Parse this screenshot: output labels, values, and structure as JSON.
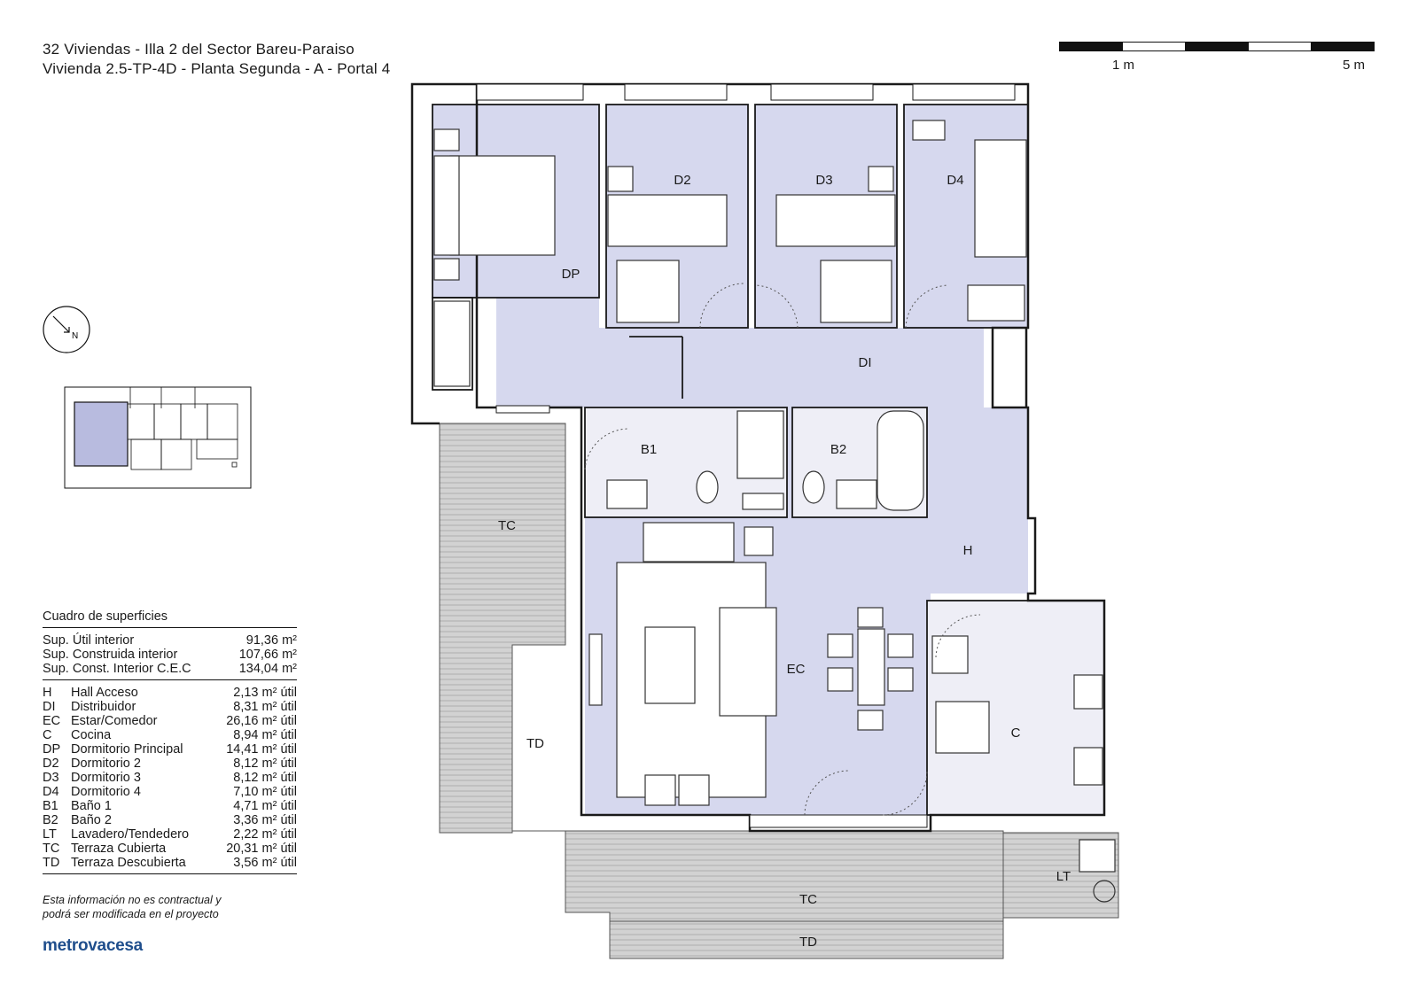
{
  "header": {
    "line1": "32 Viviendas - Illa 2 del Sector Bareu-Paraiso",
    "line2": "Vivienda 2.5-TP-4D  -  Planta Segunda - A - Portal 4"
  },
  "scale_bar": {
    "label_start": "1 m",
    "label_end": "5 m"
  },
  "compass": {
    "label": "N"
  },
  "rooms": {
    "dp": "DP",
    "d2": "D2",
    "d3": "D3",
    "d4": "D4",
    "di": "DI",
    "b1": "B1",
    "b2": "B2",
    "h": "H",
    "ec": "EC",
    "c": "C",
    "lt": "LT",
    "tc_upper": "TC",
    "td_left": "TD",
    "tc_lower": "TC",
    "td_lower": "TD"
  },
  "table": {
    "title": "Cuadro de superficies",
    "totals": [
      {
        "label": "Sup. Útil interior",
        "value": "91,36 m²"
      },
      {
        "label": "Sup. Construida interior",
        "value": "107,66 m²"
      },
      {
        "label": "Sup. Const. Interior C.E.C",
        "value": "134,04 m²"
      }
    ],
    "rooms": [
      {
        "code": "H",
        "name": "Hall Acceso",
        "value": "2,13 m² útil"
      },
      {
        "code": "DI",
        "name": "Distribuidor",
        "value": "8,31 m² útil"
      },
      {
        "code": "EC",
        "name": "Estar/Comedor",
        "value": "26,16 m² útil"
      },
      {
        "code": "C",
        "name": "Cocina",
        "value": "8,94 m² útil"
      },
      {
        "code": "DP",
        "name": "Dormitorio Principal",
        "value": "14,41 m² útil"
      },
      {
        "code": "D2",
        "name": "Dormitorio 2",
        "value": "8,12 m² útil"
      },
      {
        "code": "D3",
        "name": "Dormitorio 3",
        "value": "8,12 m² útil"
      },
      {
        "code": "D4",
        "name": "Dormitorio 4",
        "value": "7,10 m² útil"
      },
      {
        "code": "B1",
        "name": "Baño 1",
        "value": "4,71 m² útil"
      },
      {
        "code": "B2",
        "name": "Baño 2",
        "value": "3,36 m² útil"
      },
      {
        "code": "LT",
        "name": "Lavadero/Tendedero",
        "value": "2,22 m² útil"
      },
      {
        "code": "TC",
        "name": "Terraza Cubierta",
        "value": "20,31 m² útil"
      },
      {
        "code": "TD",
        "name": "Terraza Descubierta",
        "value": "3,56 m² útil"
      }
    ]
  },
  "note": "Esta información no es contractual y podrá ser modificada en el proyecto",
  "brand": "metrovacesa",
  "colors": {
    "room_fill": "#d6d8ee",
    "bath_fill": "#eeeef6",
    "wall": "#1a1a1a",
    "terrace": "#bdbdbd",
    "brand": "#1f4e8c"
  }
}
